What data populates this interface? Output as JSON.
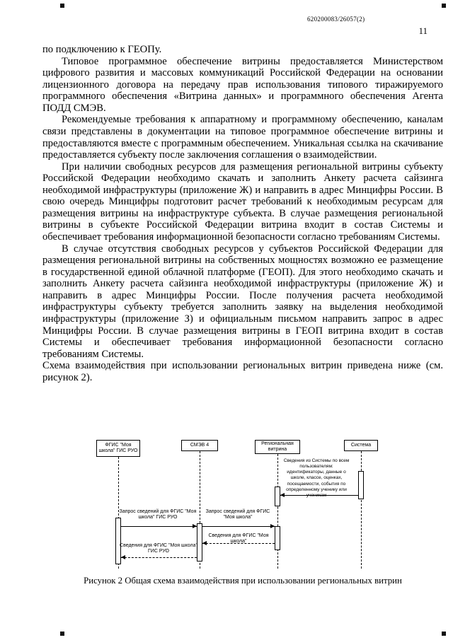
{
  "page": {
    "doc_number": "620200083/26057(2)",
    "page_number": "11"
  },
  "body": {
    "paragraphs": [
      "по подключению к ГЕОПу.",
      "Типовое программное обеспечение витрины предоставляется Министерством цифрового развития и массовых коммуникаций Российской Федерации на основании лицензионного договора на передачу прав использования типового тиражируемого программного обеспечения «Витрина данных» и программного обеспечения Агента ПОДД СМЭВ.",
      "Рекомендуемые требования к аппаратному и программному обеспечению, каналам связи представлены в документации на типовое программное обеспечение витрины и предоставляются вместе с программным обеспечением. Уникальная ссылка на скачивание предоставляется субъекту после заключения соглашения о взаимодействии.",
      "При наличии свободных ресурсов для размещения региональной витрины субъекту Российской Федерации необходимо скачать и заполнить Анкету расчета сайзинга необходимой инфраструктуры (приложение Ж) и направить в адрес Минцифры России. В свою очередь Минцифры подготовит расчет требований к необходимым ресурсам для размещения витрины на инфраструктуре субъекта. В случае размещения региональной витрины в субъекте Российской Федерации витрина входит в состав Системы и обеспечивает требования информационной безопасности согласно требованиям Системы.",
      "В случае отсутствия свободных ресурсов у субъектов Российской Федерации для размещения региональной витрины на собственных мощностях возможно ее размещение в государственной единой облачной платформе (ГЕОП). Для этого необходимо скачать и заполнить Анкету расчета сайзинга необходимой инфраструктуры (приложение Ж) и направить в адрес Минцифры России. После получения расчета необходимой инфраструктуры субъекту требуется заполнить заявку на выделения необходимой инфраструктуры (приложение З) и официальным письмом направить запрос в адрес Минцифры России. В случае размещения витрины в ГЕОП витрина входит в состав Системы и обеспечивает требования информационной безопасности согласно требованиям Системы.",
      "Схема взаимодействия при использовании региональных витрин приведена ниже (см. рисунок 2)."
    ]
  },
  "diagram": {
    "actors": [
      {
        "label": "ФГИС \"Моя школа\" ГИС РУО"
      },
      {
        "label": "СМЭВ 4"
      },
      {
        "label": "Региональная витрина"
      },
      {
        "label": "Система"
      }
    ],
    "note": "Сведения из Системы по всем пользователям: идентификаторы, данные о школе, классе, оценках, посещаемости, события по определенному ученику или ученикам",
    "messages": [
      {
        "label": "Запрос сведений для ФГИС \"Моя школа\" ГИС РУО"
      },
      {
        "label": "Запрос сведений для ФГИС \"Моя школа\""
      },
      {
        "label": "Сведения для ФГИС \"Моя школа\""
      },
      {
        "label": "Сведения для ФГИС \"Моя школа\" ГИС РУО"
      }
    ],
    "caption": "Рисунок 2 Общая схема взаимодействия при использовании региональных витрин"
  }
}
